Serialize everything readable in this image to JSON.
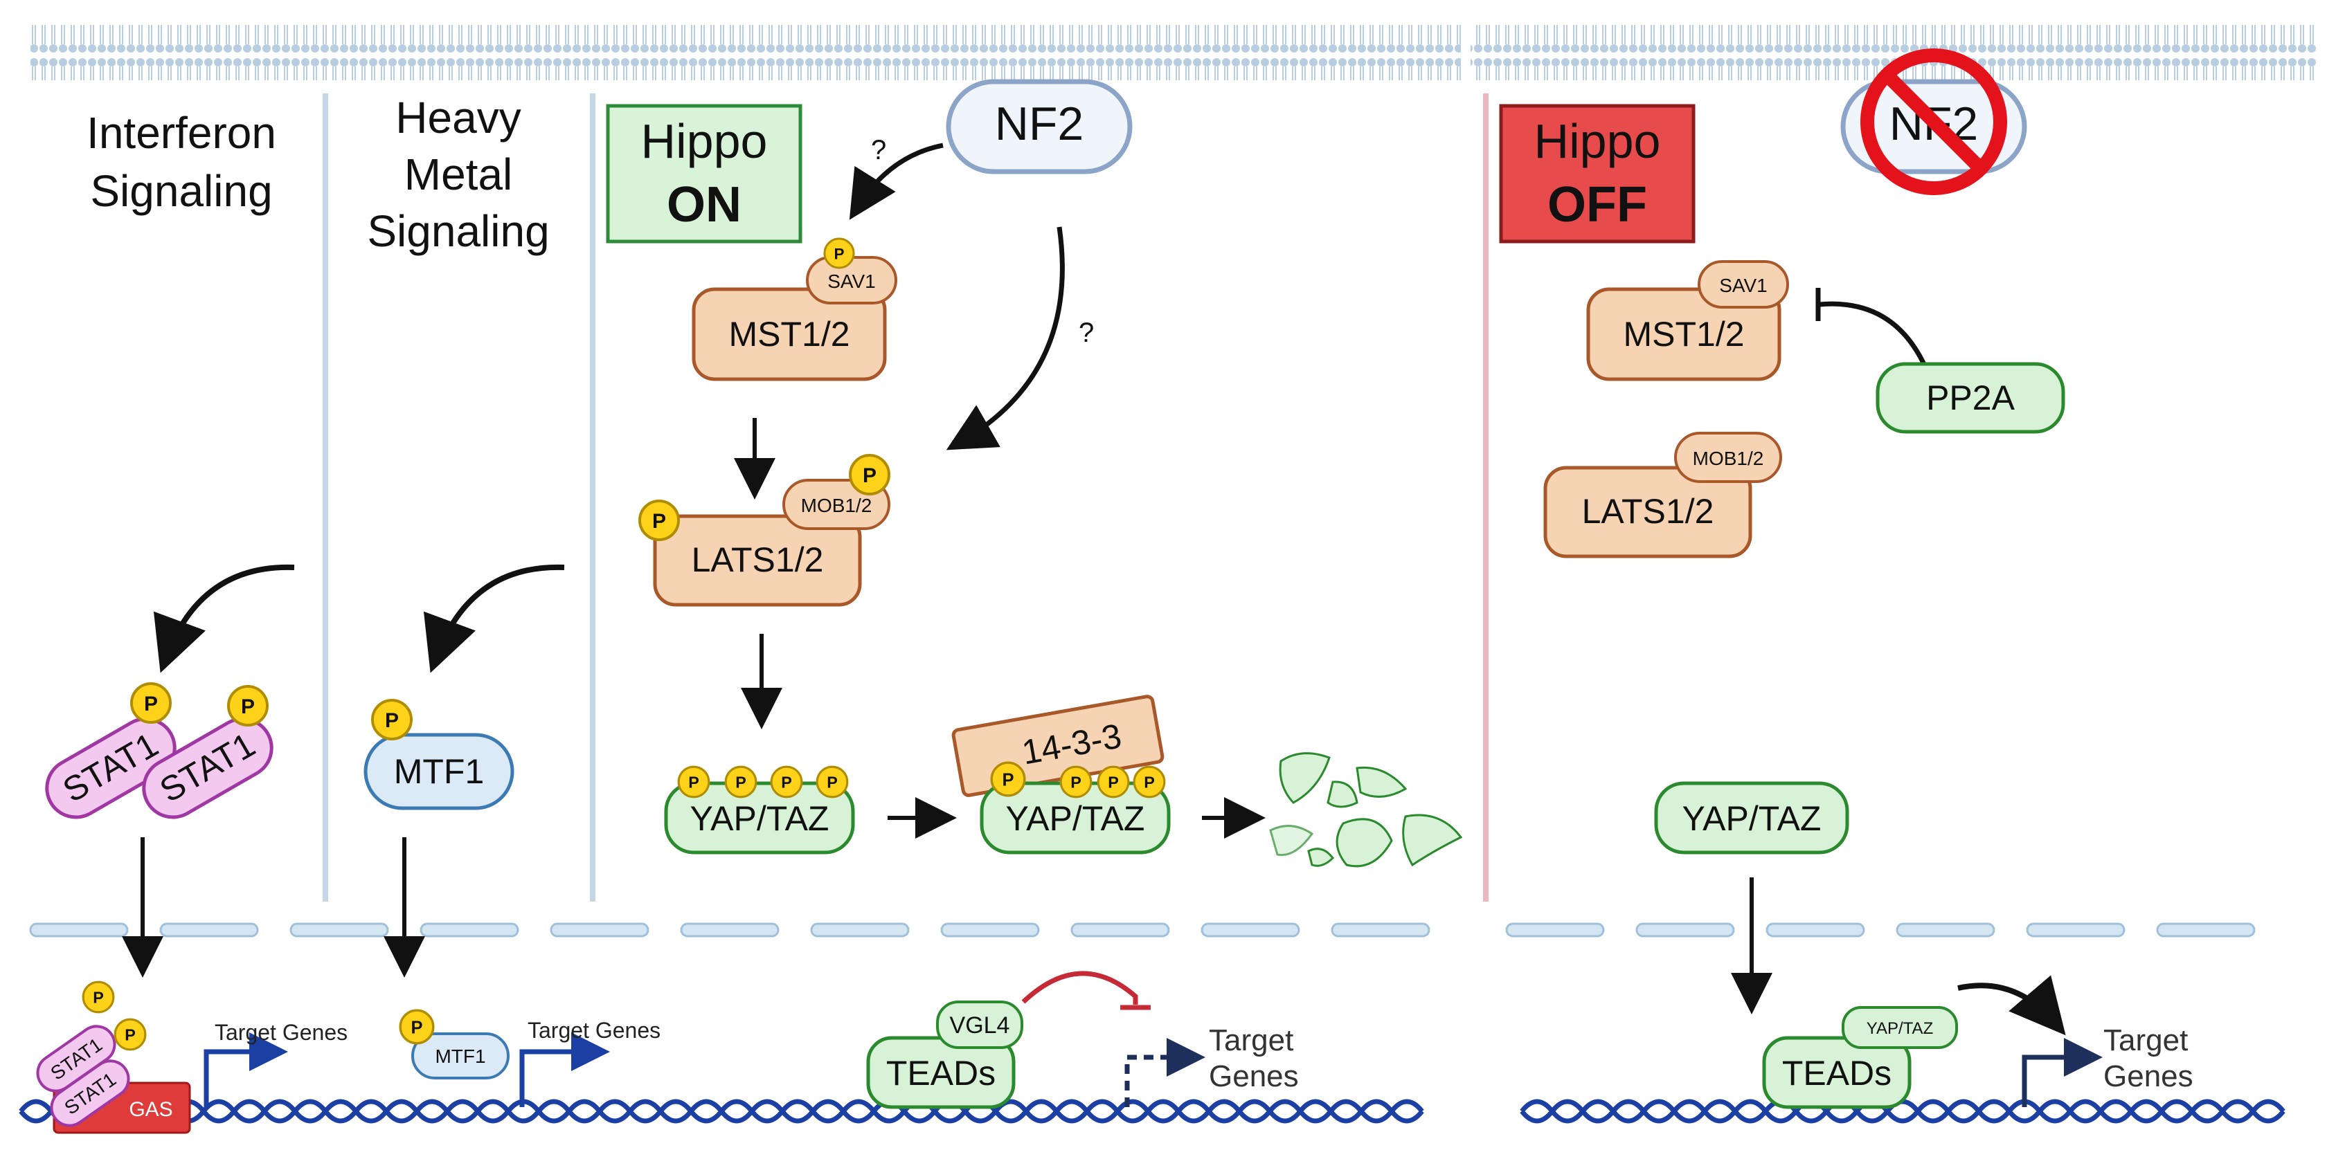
{
  "panels": {
    "interferon": {
      "title_line1": "Interferon",
      "title_line2": "Signaling"
    },
    "heavy_metal": {
      "title_line1": "Heavy",
      "title_line2": "Metal",
      "title_line3": "Signaling"
    },
    "hippo_on": {
      "label_line1": "Hippo",
      "label_line2": "ON"
    },
    "hippo_off": {
      "label_line1": "Hippo",
      "label_line2": "OFF"
    }
  },
  "nodes": {
    "nf2": "NF2",
    "nf2_off": "NF2",
    "sav1": "SAV1",
    "mst12": "MST1/2",
    "mob12": "MOB1/2",
    "lats12": "LATS1/2",
    "yaptaz": "YAP/TAZ",
    "protein1433": "14-3-3",
    "stat1": "STAT1",
    "mtf1": "MTF1",
    "pp2a": "PP2A",
    "teads": "TEADs",
    "vgl4": "VGL4",
    "gas": "GAS",
    "phospho": "P",
    "question": "?"
  },
  "target_genes": {
    "short": "Target Genes",
    "line1": "Target",
    "line2": "Genes"
  },
  "colors": {
    "membrane": "#c9dae8",
    "hippo_on_bg": "#d8f3d8",
    "hippo_on_border": "#2e8b3a",
    "hippo_off_bg": "#e84b4b",
    "hippo_off_border": "#8c1c1c",
    "kinase_fill": "#f6d3b3",
    "kinase_border": "#a9582a",
    "green_fill": "#d7f2d6",
    "green_border": "#2c8a2e",
    "blue_fill": "#dbeaf6",
    "blue_border": "#3b7ab3",
    "stat_fill": "#f3c9ef",
    "stat_border": "#a038a3",
    "phospho_fill": "#ffd21a",
    "phospho_border": "#b08d00",
    "dna": "#1b3fa3",
    "no_sign": "#e4121b"
  }
}
